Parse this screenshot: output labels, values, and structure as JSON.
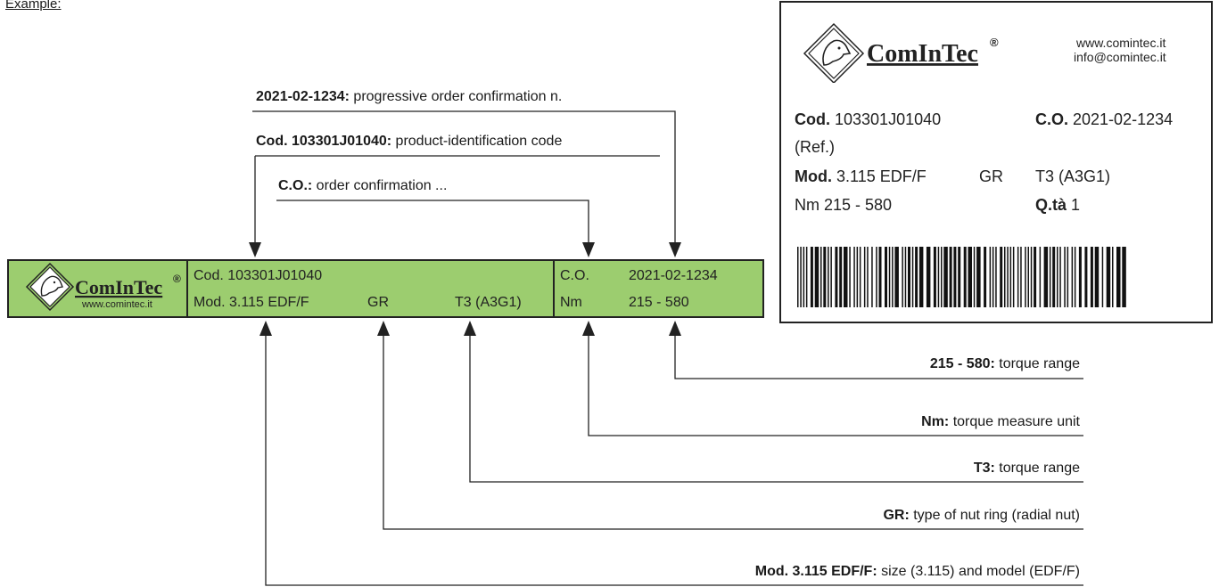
{
  "example_heading": "Example:",
  "brand": {
    "name": "ComInTec",
    "mark": "®",
    "url": "www.comintec.it",
    "email": "info@comintec.it"
  },
  "label_strip": {
    "code": "Cod. 103301J01040",
    "model": "Mod. 3.115 EDF/F",
    "gr": "GR",
    "t3": "T3 (A3G1)",
    "co_key": "C.O.",
    "co_value": "2021-02-1234",
    "nm_key": "Nm",
    "nm_value": "215 - 580"
  },
  "top_annotations": [
    {
      "bold": "2021-02-1234:",
      "text": " progressive order confirmation n."
    },
    {
      "bold": "Cod. 103301J01040:",
      "text": " product-identification code"
    },
    {
      "bold": "C.O.:",
      "text": " order confirmation ..."
    }
  ],
  "bottom_annotations": [
    {
      "bold": "215 - 580:",
      "text": " torque range"
    },
    {
      "bold": "Nm:",
      "text": " torque measure unit"
    },
    {
      "bold": "T3:",
      "text": " torque range"
    },
    {
      "bold": "GR:",
      "text": " type of nut ring (radial nut)"
    },
    {
      "bold": "Mod. 3.115 EDF/F:",
      "text": " size (3.115) and model (EDF/F)"
    }
  ],
  "card": {
    "cod_key": "Cod.",
    "cod_value": " 103301J01040",
    "co_key": "C.O.",
    "co_value": " 2021-02-1234",
    "ref": "(Ref.)",
    "mod_key": "Mod.",
    "mod_value": " 3.115 EDF/F",
    "gr": "GR",
    "t3": "T3 (A3G1)",
    "nm": "Nm 215 - 580",
    "qta_key": "Q.tà",
    "qta_value": " 1"
  },
  "colors": {
    "strip_green": "#9ccd6f",
    "line": "#222222"
  }
}
